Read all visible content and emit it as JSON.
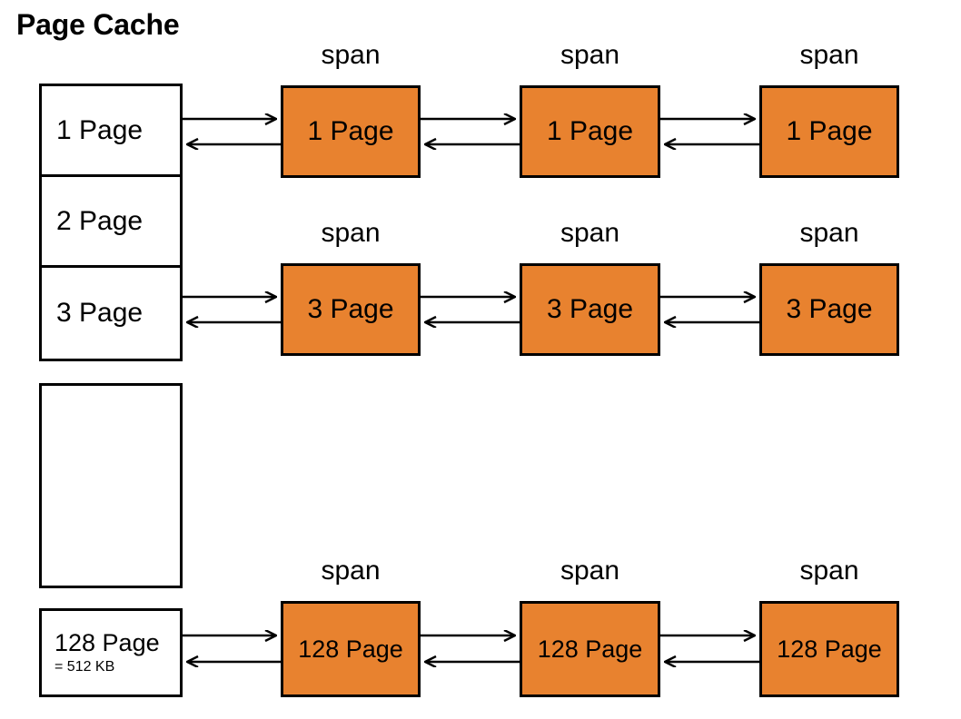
{
  "title": "Page Cache",
  "colors": {
    "span_fill": "#E8822F",
    "stroke": "#000000",
    "background": "#FFFFFF"
  },
  "size_class_table": {
    "rows": [
      {
        "label": "1 Page"
      },
      {
        "label": "2 Page"
      },
      {
        "label": "3 Page"
      }
    ]
  },
  "size_class_empty_box": {
    "label": ""
  },
  "size_class_last_box": {
    "label": "128 Page",
    "sublabel": "= 512 KB"
  },
  "span_rows": [
    {
      "id": "row-1-page",
      "span_label": "span",
      "boxes": [
        {
          "label": "1 Page"
        },
        {
          "label": "1 Page"
        },
        {
          "label": "1 Page"
        }
      ]
    },
    {
      "id": "row-3-page",
      "span_label": "span",
      "boxes": [
        {
          "label": "3 Page"
        },
        {
          "label": "3 Page"
        },
        {
          "label": "3 Page"
        }
      ]
    },
    {
      "id": "row-128-page",
      "span_label": "span",
      "boxes": [
        {
          "label": "128 Page"
        },
        {
          "label": "128 Page"
        },
        {
          "label": "128 Page"
        }
      ]
    }
  ]
}
